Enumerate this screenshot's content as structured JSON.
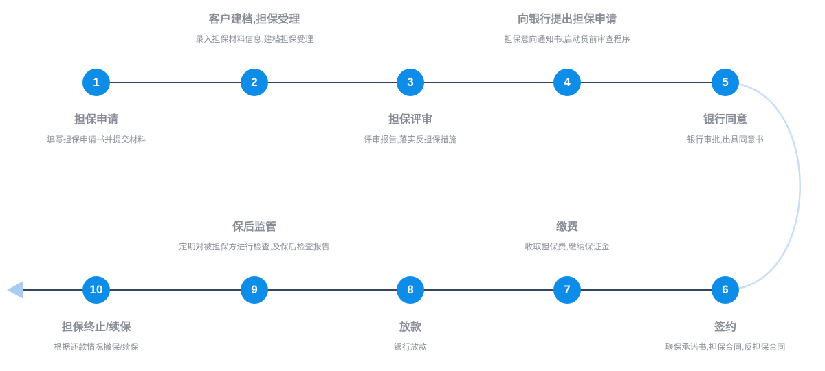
{
  "colors": {
    "node": "#0d8de8",
    "line": "#344563",
    "curve": "#c8ddf6",
    "arrow": "#a9cdef",
    "title": "#878c96",
    "desc": "#8b9099"
  },
  "steps": [
    {
      "number": "1",
      "title": "担保申请",
      "desc": "填写担保申请书并提交材料"
    },
    {
      "number": "2",
      "title": "客户建档,担保受理",
      "desc": "录入担保材料信息,建档担保受理"
    },
    {
      "number": "3",
      "title": "担保评审",
      "desc": "评审报告,落实反担保措施"
    },
    {
      "number": "4",
      "title": "向银行提出担保申请",
      "desc": "担保意向通知书,启动贷前审查程序"
    },
    {
      "number": "5",
      "title": "银行同意",
      "desc": "银行审批,出具同意书"
    },
    {
      "number": "6",
      "title": "签约",
      "desc": "联保承诺书,担保合同,反担保合同"
    },
    {
      "number": "7",
      "title": "缴费",
      "desc": "收取担保费,缴纳保证金"
    },
    {
      "number": "8",
      "title": "放款",
      "desc": "银行放款"
    },
    {
      "number": "9",
      "title": "保后监管",
      "desc": "定期对被担保方进行检查,及保后检查报告"
    },
    {
      "number": "10",
      "title": "担保终止/续保",
      "desc": "根据还款情况撤保/续保"
    }
  ]
}
